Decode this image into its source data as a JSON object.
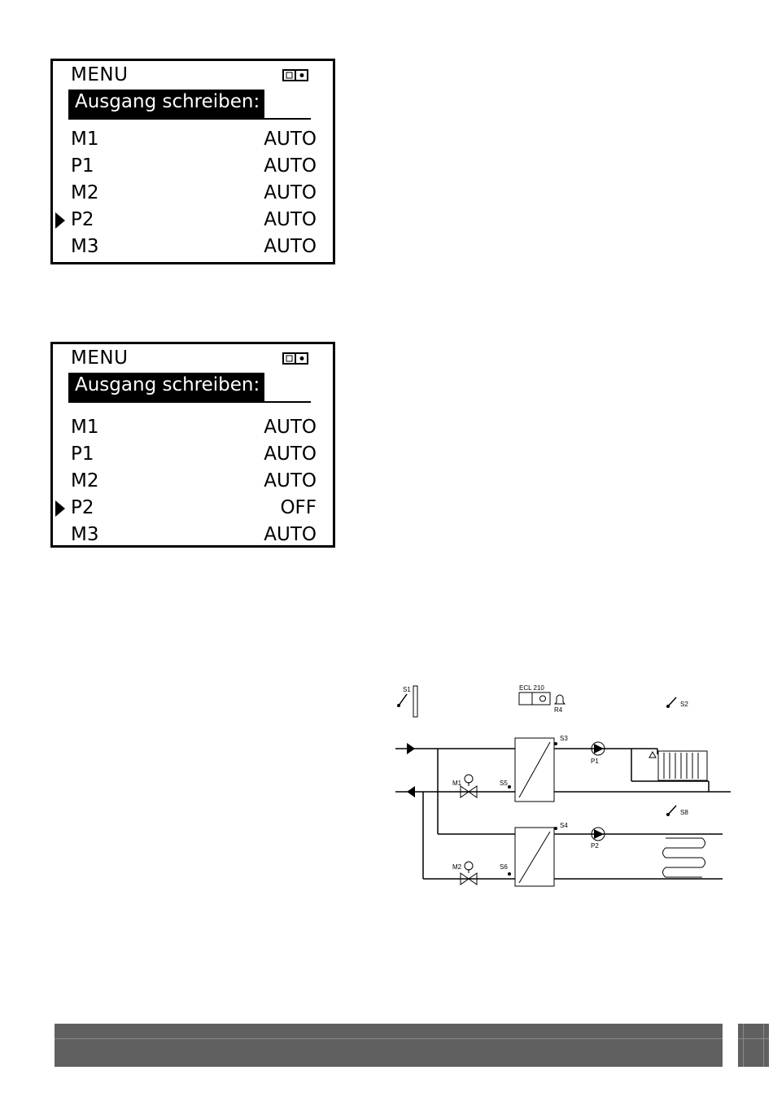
{
  "screen1": {
    "title": "MENU",
    "heading": "Ausgang schreiben:",
    "rows": [
      {
        "name": "M1",
        "value": "AUTO"
      },
      {
        "name": "P1",
        "value": "AUTO"
      },
      {
        "name": "M2",
        "value": "AUTO"
      },
      {
        "name": "P2",
        "value": "AUTO"
      },
      {
        "name": "M3",
        "value": "AUTO"
      }
    ],
    "selected_row": "P2"
  },
  "screen2": {
    "title": "MENU",
    "heading": "Ausgang schreiben:",
    "rows": [
      {
        "name": "M1",
        "value": "AUTO"
      },
      {
        "name": "P1",
        "value": "AUTO"
      },
      {
        "name": "M2",
        "value": "AUTO"
      },
      {
        "name": "P2",
        "value": "OFF"
      },
      {
        "name": "M3",
        "value": "AUTO"
      }
    ],
    "selected_row": "P2"
  },
  "diagram": {
    "labels": {
      "s1": "S1",
      "s2": "S2",
      "s3": "S3",
      "s4": "S4",
      "s5": "S5",
      "s6": "S6",
      "s8": "S8",
      "p1": "P1",
      "p2": "P2",
      "m1": "M1",
      "m2": "M2",
      "r4": "R4",
      "controller": "ECL 210"
    }
  },
  "icons": {
    "menu_icon": "display-mode-icon",
    "pointer": "selection-pointer-icon"
  },
  "colors": {
    "footer": "#606060",
    "highlight": "#000000"
  }
}
